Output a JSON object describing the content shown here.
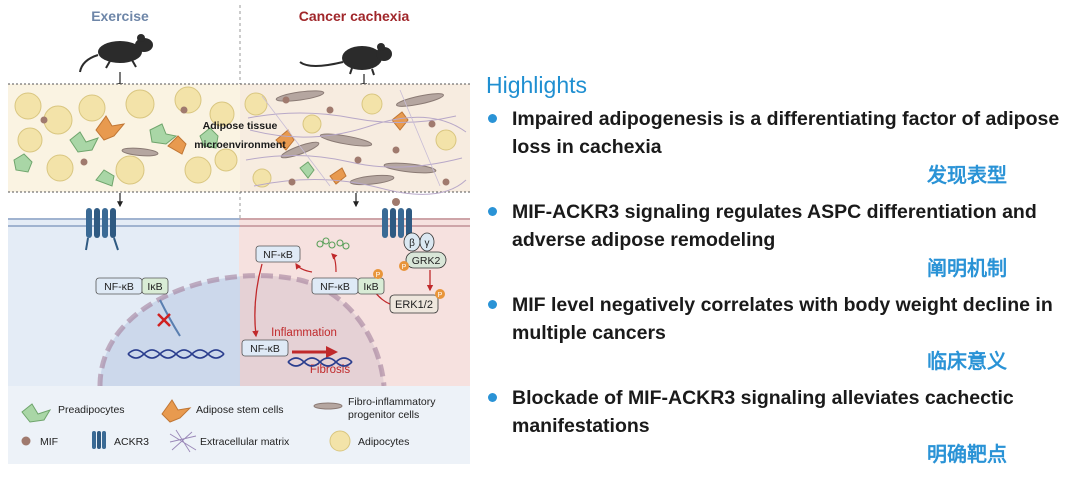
{
  "figure": {
    "col_exercise": "Exercise",
    "col_cachexia": "Cancer cachexia",
    "tissue_label_1": "Adipose tissue",
    "tissue_label_2": "microenvironment",
    "nfkb_ikb_left": {
      "nfkb": "NF-κB",
      "ikb": "IκB"
    },
    "nfkb_free": "NF-κB",
    "nfkb_ikb_right": {
      "nfkb": "NF-κB",
      "ikb": "IκB"
    },
    "beta": "β",
    "gamma": "γ",
    "grk2": "GRK2",
    "erk": "ERK1/2",
    "p": "P",
    "inflammation": "Inflammation",
    "fibrosis": "Fibrosis",
    "nfkb_nucleus": "NF-κB",
    "legend": {
      "preadipocytes": "Preadipocytes",
      "adipose_stem_cells": "Adipose stem cells",
      "fibro_line1": "Fibro-inflammatory",
      "fibro_line2": "progenitor cells",
      "mif": "MIF",
      "ackr3": "ACKR3",
      "ecm": "Extracellular matrix",
      "adipocytes": "Adipocytes"
    },
    "colors": {
      "exercise": "#6e86a8",
      "cachexia": "#a0262a",
      "adipocyte": "#f3e3a9",
      "preadipocyte": "#a9d6a6",
      "stem_cell": "#e89a4f",
      "mif": "#a07a6e",
      "receptor": "#3a6a95",
      "inflammation": "#c0292b"
    }
  },
  "highlights": {
    "title": "Highlights",
    "items": [
      {
        "text": "Impaired adipogenesis is a differentiating factor of adipose loss in cachexia",
        "tag": "发现表型"
      },
      {
        "text": "MIF-ACKR3 signaling regulates ASPC differentiation and adverse adipose remodeling",
        "tag": "阐明机制"
      },
      {
        "text": "MIF level negatively correlates with body weight decline in multiple cancers",
        "tag": "临床意义"
      },
      {
        "text": "Blockade of MIF-ACKR3 signaling alleviates cachectic manifestations",
        "tag": "明确靶点"
      }
    ]
  }
}
